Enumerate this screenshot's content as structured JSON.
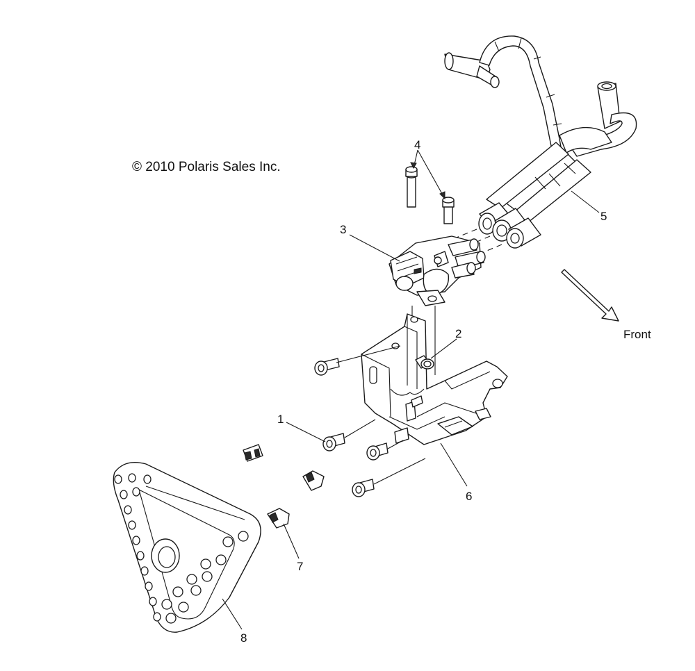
{
  "copyright": "© 2010 Polaris Sales Inc.",
  "direction_label": "Front",
  "callouts": {
    "c1": "1",
    "c2": "2",
    "c3": "3",
    "c4": "4",
    "c5": "5",
    "c6": "6",
    "c7": "7",
    "c8": "8"
  }
}
